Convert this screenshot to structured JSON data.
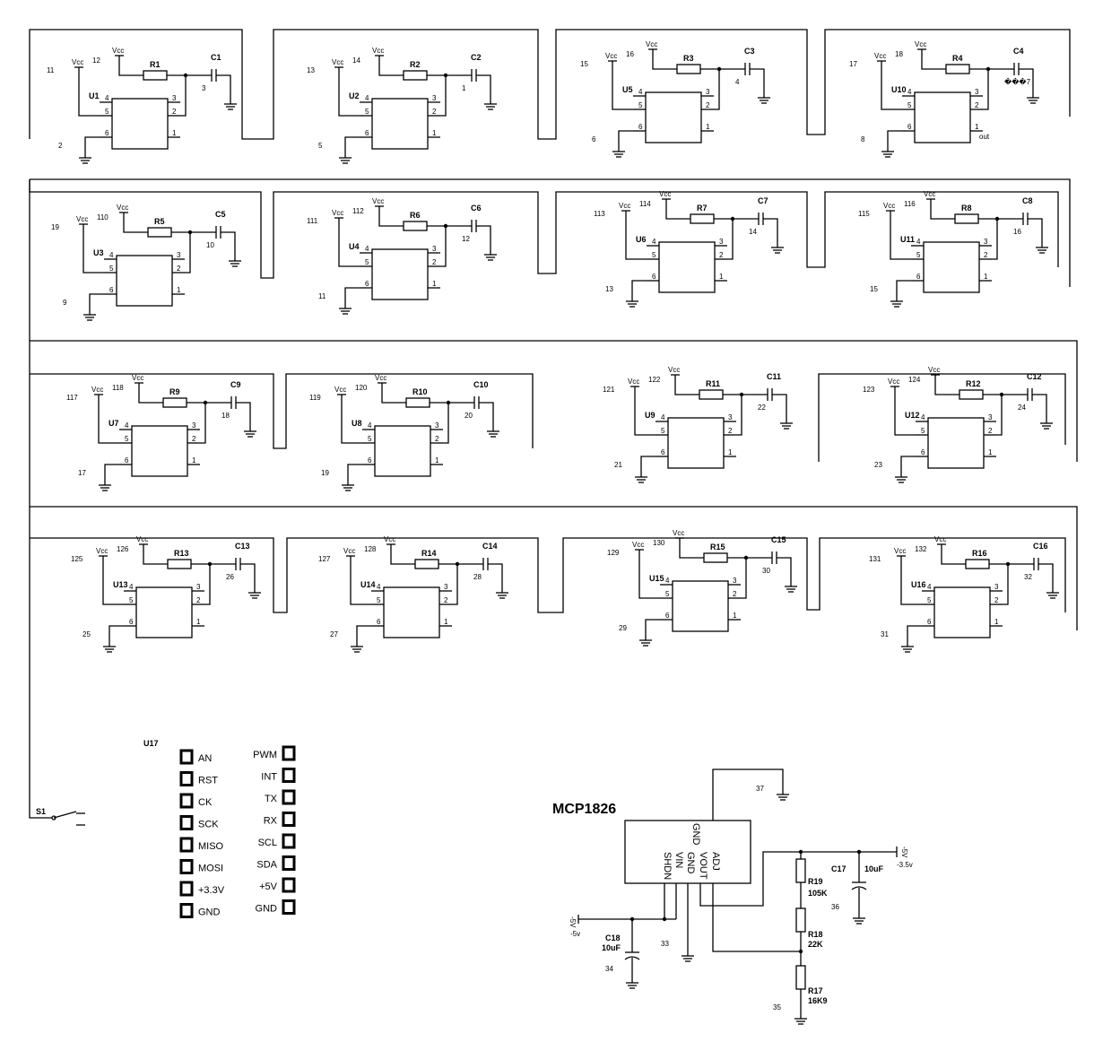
{
  "vcc_label": "Vcc",
  "gnd_mark": "⏚",
  "cells": [
    {
      "u": "U1",
      "r": "R1",
      "c": "C1",
      "n_in": "11",
      "n_vcc": "12",
      "n_c": "3",
      "n_gnd": "2"
    },
    {
      "u": "U2",
      "r": "R2",
      "c": "C2",
      "n_in": "13",
      "n_vcc": "14",
      "n_c": "1",
      "n_gnd": "5"
    },
    {
      "u": "U5",
      "r": "R3",
      "c": "C3",
      "n_in": "15",
      "n_vcc": "16",
      "n_c": "4",
      "n_gnd": "6"
    },
    {
      "u": "U10",
      "r": "R4",
      "c": "C4",
      "n_in": "17",
      "n_vcc": "18",
      "n_c": "���7",
      "n_gnd": "8",
      "out": "out"
    },
    {
      "u": "U3",
      "r": "R5",
      "c": "C5",
      "n_in": "19",
      "n_vcc": "110",
      "n_c": "10",
      "n_gnd": "9"
    },
    {
      "u": "U4",
      "r": "R6",
      "c": "C6",
      "n_in": "111",
      "n_vcc": "112",
      "n_c": "12",
      "n_gnd": "11"
    },
    {
      "u": "U6",
      "r": "R7",
      "c": "C7",
      "n_in": "113",
      "n_vcc": "114",
      "n_c": "14",
      "n_gnd": "13"
    },
    {
      "u": "U11",
      "r": "R8",
      "c": "C8",
      "n_in": "115",
      "n_vcc": "116",
      "n_c": "16",
      "n_gnd": "15"
    },
    {
      "u": "U7",
      "r": "R9",
      "c": "C9",
      "n_in": "117",
      "n_vcc": "118",
      "n_c": "18",
      "n_gnd": "17"
    },
    {
      "u": "U8",
      "r": "R10",
      "c": "C10",
      "n_in": "119",
      "n_vcc": "120",
      "n_c": "20",
      "n_gnd": "19"
    },
    {
      "u": "U9",
      "r": "R11",
      "c": "C11",
      "n_in": "121",
      "n_vcc": "122",
      "n_c": "22",
      "n_gnd": "21"
    },
    {
      "u": "U12",
      "r": "R12",
      "c": "C12",
      "n_in": "123",
      "n_vcc": "124",
      "n_c": "24",
      "n_gnd": "23"
    },
    {
      "u": "U13",
      "r": "R13",
      "c": "C13",
      "n_in": "125",
      "n_vcc": "126",
      "n_c": "26",
      "n_gnd": "25"
    },
    {
      "u": "U14",
      "r": "R14",
      "c": "C14",
      "n_in": "127",
      "n_vcc": "128",
      "n_c": "28",
      "n_gnd": "27"
    },
    {
      "u": "U15",
      "r": "R15",
      "c": "C15",
      "n_in": "129",
      "n_vcc": "130",
      "n_c": "30",
      "n_gnd": "29"
    },
    {
      "u": "U16",
      "r": "R16",
      "c": "C16",
      "n_in": "131",
      "n_vcc": "132",
      "n_c": "32",
      "n_gnd": "31"
    }
  ],
  "switch": {
    "label": "S1"
  },
  "header": {
    "label": "U17",
    "left_pins": [
      "AN",
      "RST",
      "CK",
      "SCK",
      "MISO",
      "MOSI",
      "+3.3V",
      "GND"
    ],
    "right_pins": [
      "PWM",
      "INT",
      "TX",
      "RX",
      "SCL",
      "SDA",
      "+5V",
      "GND"
    ]
  },
  "regulator": {
    "title": "MCP1826",
    "pins": [
      "SHDN",
      "VIN",
      "GND",
      "VOUT",
      "ADJ"
    ],
    "top_pin": "GND",
    "c18": {
      "name": "C18",
      "value": "10uF"
    },
    "c17": {
      "name": "C17",
      "value": "10uF"
    },
    "r19": {
      "name": "R19",
      "value": "105K"
    },
    "r18": {
      "name": "R18",
      "value": "22K"
    },
    "r17": {
      "name": "R17",
      "value": "16K9"
    },
    "vin_label": "-5v",
    "vout_label": "-3.5v",
    "vin_port": "-5V",
    "vout_port": "-5V",
    "gnd_labels": [
      "37",
      "33",
      "34",
      "35",
      "36"
    ]
  }
}
